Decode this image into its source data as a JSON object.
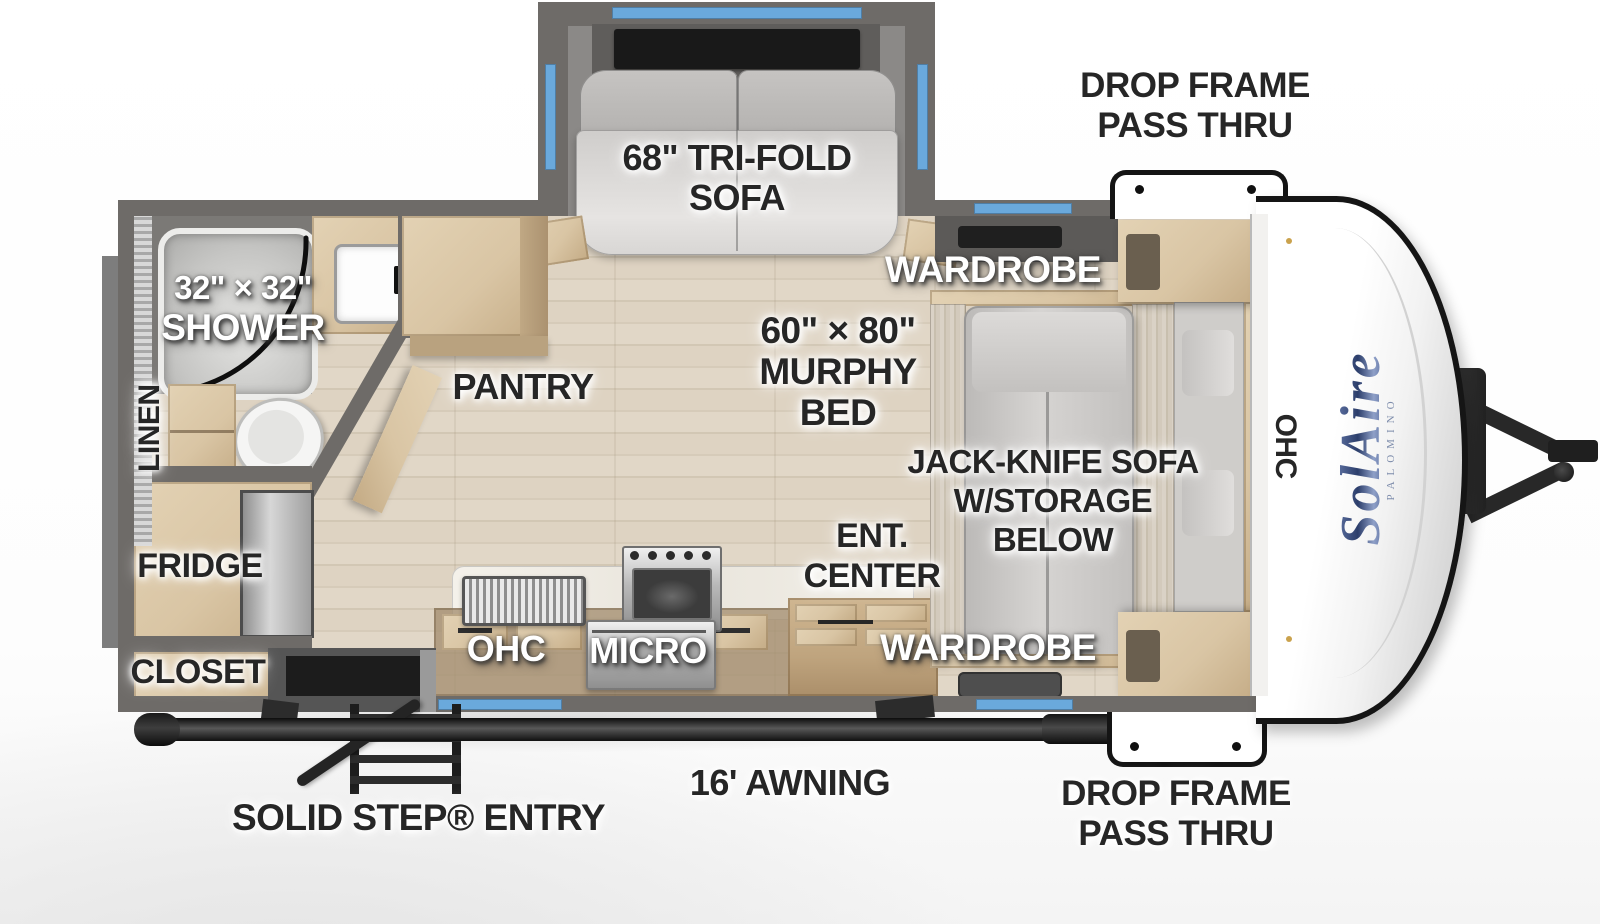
{
  "title": "Solaire travel trailer floor plan",
  "labels": {
    "pass_thru_top": {
      "line1": "DROP FRAME",
      "line2": "PASS THRU"
    },
    "pass_thru_bottom": {
      "line1": "DROP FRAME",
      "line2": "PASS THRU"
    },
    "tri_fold_sofa": {
      "line1": "68\" TRI-FOLD",
      "line2": "SOFA"
    },
    "murphy_bed": {
      "line1": "60\" × 80\"",
      "line2": "MURPHY",
      "line3": "BED"
    },
    "jack_knife_sofa": {
      "line1": "JACK-KNIFE SOFA",
      "line2": "W/STORAGE",
      "line3": "BELOW"
    },
    "ent_center": {
      "line1": "ENT.",
      "line2": "CENTER"
    },
    "shower": {
      "line1": "32\" × 32\"",
      "line2": "SHOWER"
    },
    "wardrobe_top": "WARDROBE",
    "wardrobe_bottom": "WARDROBE",
    "linen": "LINEN",
    "pantry": "PANTRY",
    "fridge": "FRIDGE",
    "closet": "CLOSET",
    "ohc_kitchen": "OHC",
    "micro": "MICRO",
    "ohc_front_wall": "OHC",
    "awning": "16' AWNING",
    "entry": "SOLID STEP® ENTRY"
  },
  "logo": {
    "name": "SolAire",
    "sub": "PALOMINO"
  },
  "colors": {
    "window_blue": "#6aa9dc",
    "wall": "#6e6b68",
    "wall_dark": "#5c5a58",
    "cabinet_wood": "#d9c5a4",
    "floor_wood": "#ddd2c1",
    "logo_blue": "#31477e",
    "label_dark": "#262626",
    "label_light": "#ffffff",
    "metal_dark": "#1d1d1d"
  }
}
